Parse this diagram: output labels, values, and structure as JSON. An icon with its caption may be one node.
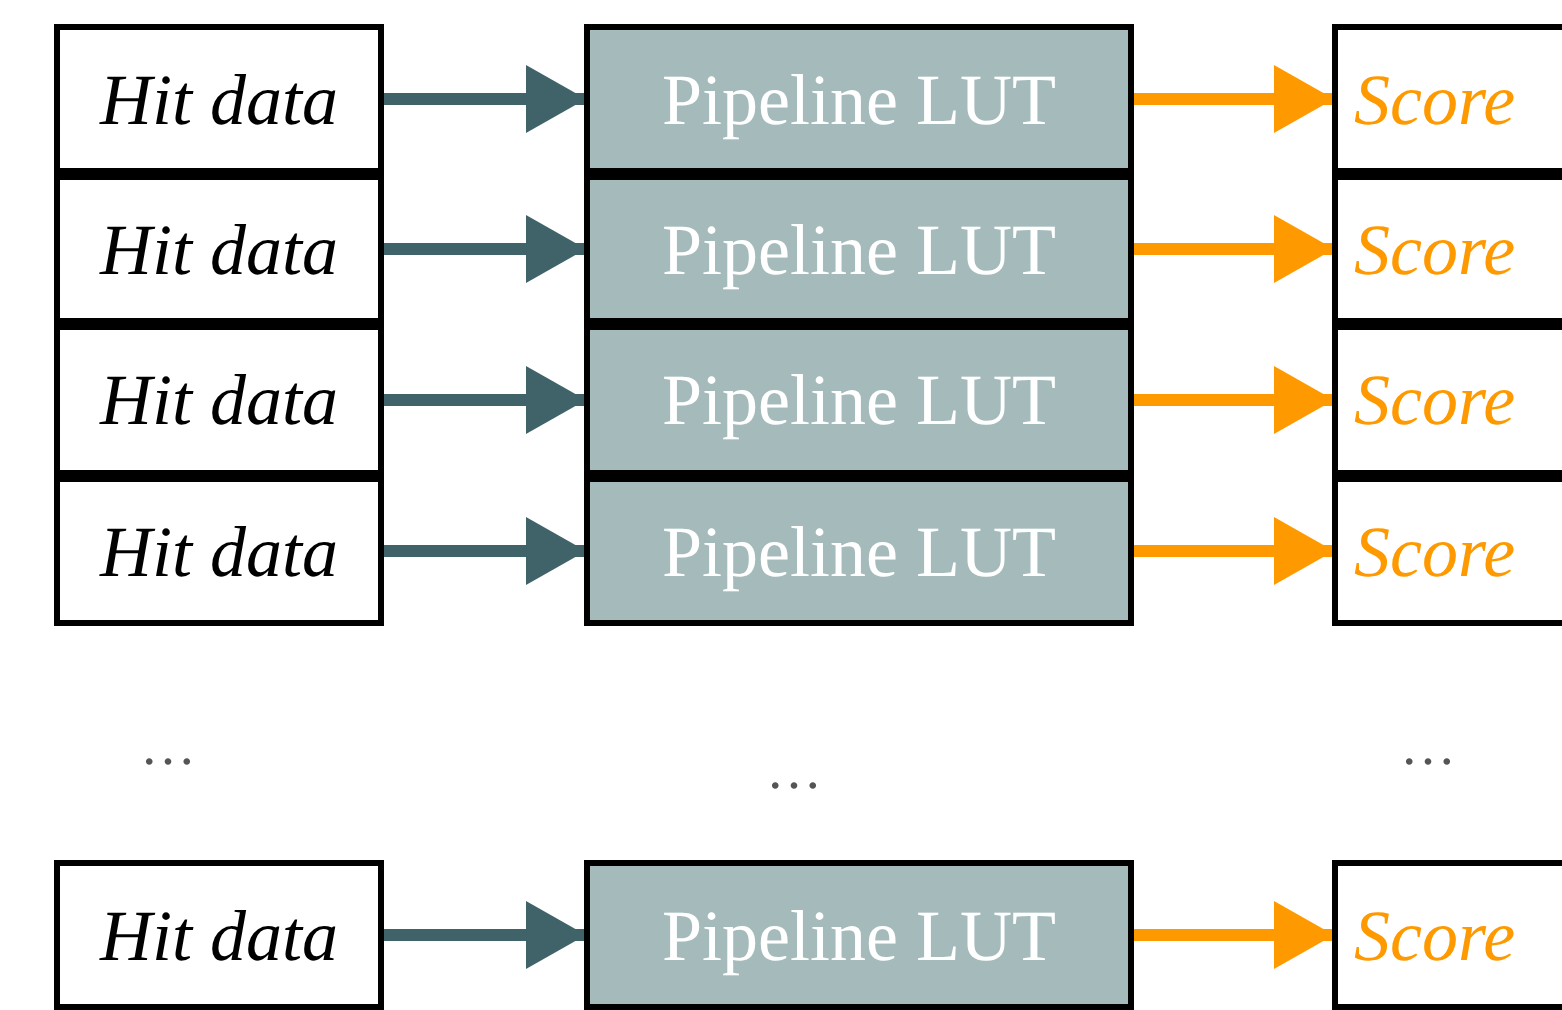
{
  "diagram": {
    "nodes": [
      {
        "text": [
          "Hit data"
        ]
      },
      {
        "text": [
          "Pipeline LUT"
        ]
      },
      {
        "text": [
          "Score"
        ]
      },
      {
        "text": [
          "Hit data"
        ]
      },
      {
        "text": [
          "Pipeline LUT"
        ]
      },
      {
        "text": [
          "Score"
        ]
      },
      {
        "text": [
          "Hit data"
        ]
      },
      {
        "text": [
          "Pipeline LUT"
        ]
      },
      {
        "text": [
          "Score"
        ]
      },
      {
        "text": [
          "Hit data"
        ]
      },
      {
        "text": [
          "Pipeline LUT"
        ]
      },
      {
        "text": [
          "Score"
        ]
      },
      {
        "text": [
          "Hit data"
        ]
      },
      {
        "text": [
          "Pipeline LUT"
        ]
      },
      {
        "text": [
          "Score"
        ]
      }
    ],
    "edges": [
      {
        "from": 0,
        "to": 1,
        "arrow": "to",
        "color": "#3f6368"
      },
      {
        "from": 1,
        "to": 2,
        "arrow": "to",
        "color": "#ff9900"
      },
      {
        "from": 3,
        "to": 4,
        "arrow": "to",
        "color": "#3f6368"
      },
      {
        "from": 4,
        "to": 5,
        "arrow": "to",
        "color": "#ff9900"
      },
      {
        "from": 6,
        "to": 7,
        "arrow": "to",
        "color": "#3f6368"
      },
      {
        "from": 7,
        "to": 8,
        "arrow": "to",
        "color": "#ff9900"
      },
      {
        "from": 9,
        "to": 10,
        "arrow": "to",
        "color": "#3f6368"
      },
      {
        "from": 10,
        "to": 11,
        "arrow": "to",
        "color": "#ff9900"
      },
      {
        "from": 12,
        "to": 13,
        "arrow": "to",
        "color": "#3f6368"
      },
      {
        "from": 13,
        "to": 14,
        "arrow": "to",
        "color": "#ff9900"
      }
    ],
    "labels": [
      "…",
      "…",
      "…"
    ]
  }
}
